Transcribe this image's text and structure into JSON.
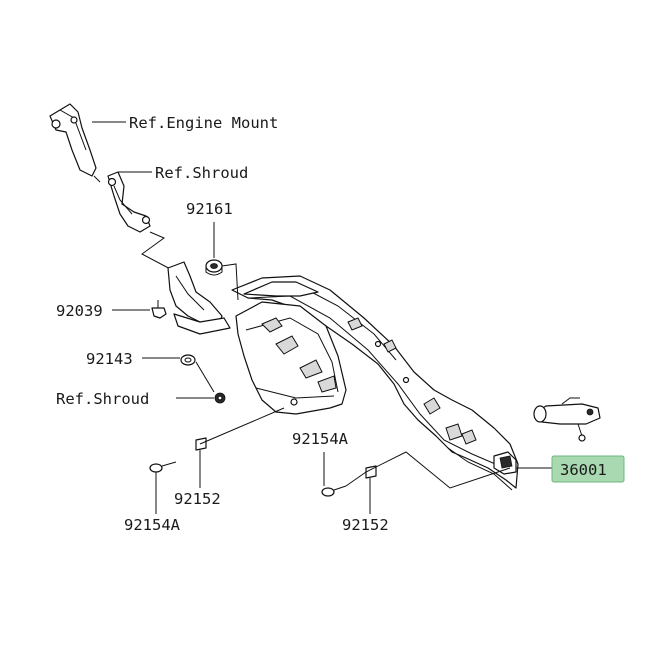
{
  "labels": {
    "ref_engine_mount": "Ref.Engine Mount",
    "ref_shroud_top": "Ref.Shroud",
    "p92161": "92161",
    "p92039": "92039",
    "p92143": "92143",
    "ref_shroud_left": "Ref.Shroud",
    "p92154a_center": "92154A",
    "p92152_left": "92152",
    "p92154a_left": "92154A",
    "p92152_right": "92152",
    "p36001": "36001"
  },
  "colors": {
    "highlight_fill": "#a8d9b0",
    "line": "#111111"
  }
}
